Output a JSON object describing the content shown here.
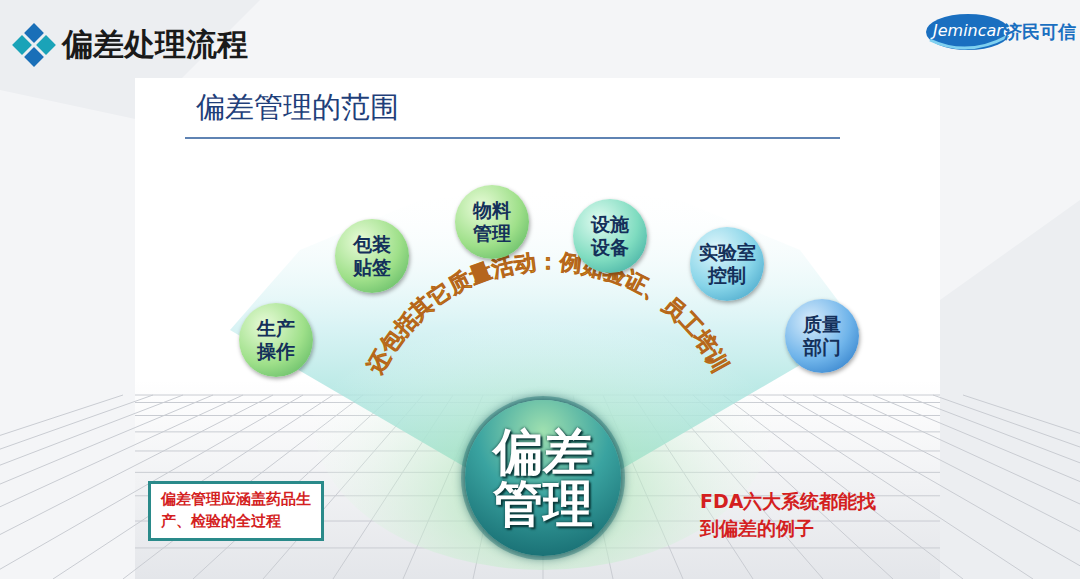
{
  "diagram": {
    "title": "偏差处理流程",
    "nodes": [
      {
        "text": [
          "生产操作"
        ]
      },
      {
        "text": [
          "包装贴签"
        ]
      },
      {
        "text": [
          "物料管理"
        ]
      },
      {
        "text": [
          "设施设备"
        ]
      },
      {
        "text": [
          "实验室控制"
        ]
      },
      {
        "text": [
          "质量部门"
        ]
      },
      {
        "text": [
          "偏差管理"
        ]
      },
      {
        "text": [
          "偏差管理应涵盖药品生产、检验的全过程"
        ]
      }
    ],
    "labels": [
      "偏差管理的范围",
      "还包括其它质量活动：例如验证、员工培训",
      "FDA六大系统都能找到偏差的例子",
      "Jemincare",
      "济民可信"
    ]
  }
}
